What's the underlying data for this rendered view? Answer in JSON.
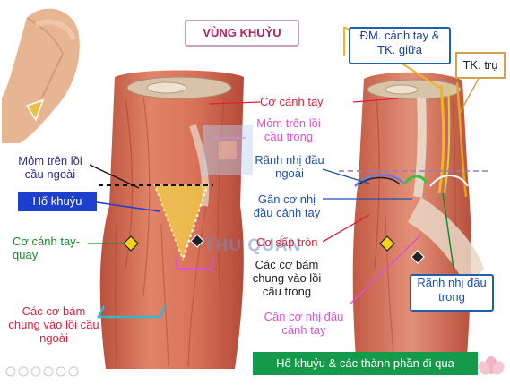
{
  "title": "VÙNG KHUỶU",
  "caption": "Hố khuỷu & các thành phần đi qua",
  "watermark": "THU QUÁN",
  "labels": {
    "mom_tren_loi_cau_ngoai": "Mỏm trên lồi cầu ngoài",
    "ho_khuyu": "Hố khuỷu",
    "co_canh_tay_quay": "Cơ cánh tay-quay",
    "cac_co_bam_chung_loi_cau_ngoai": "Các cơ bám chung vào lồi cầu ngoài",
    "co_canh_tay": "Cơ cánh tay",
    "mom_tren_loi_cau_trong": "Mỏm trên lồi cầu trong",
    "ranh_nhi_dau_ngoai": "Rãnh nhị đầu ngoài",
    "gan_co_nhi_dau_canh_tay": "Gân cơ nhị đầu cánh tay",
    "co_sap_tron": "Cơ sấp tròn",
    "cac_co_bam_chung_loi_cau_trong": "Các cơ bám chung vào lồi cầu trong",
    "can_co_nhi_dau_canh_tay": "Cân cơ nhị đầu cánh tay",
    "dm_canh_tay_tk_giua": "ĐM. cánh tay & TK. giữa",
    "tk_tru": "TK. trụ",
    "ranh_nhi_dau_trong": "Rãnh nhị đầu trong"
  },
  "colors": {
    "muscle": "#d9735a",
    "muscle_dark": "#b9503c",
    "tendon": "#e9d7c6",
    "title_text": "#b0245b",
    "red_label": "#e0203a",
    "pink_label": "#e04fd0",
    "blue_label": "#1f4fb0",
    "green_label": "#1a8a2a",
    "caption_bg": "#149a4a",
    "fossa_yellow": "#f2d04a",
    "marker_yellow": "#f5d21a"
  }
}
